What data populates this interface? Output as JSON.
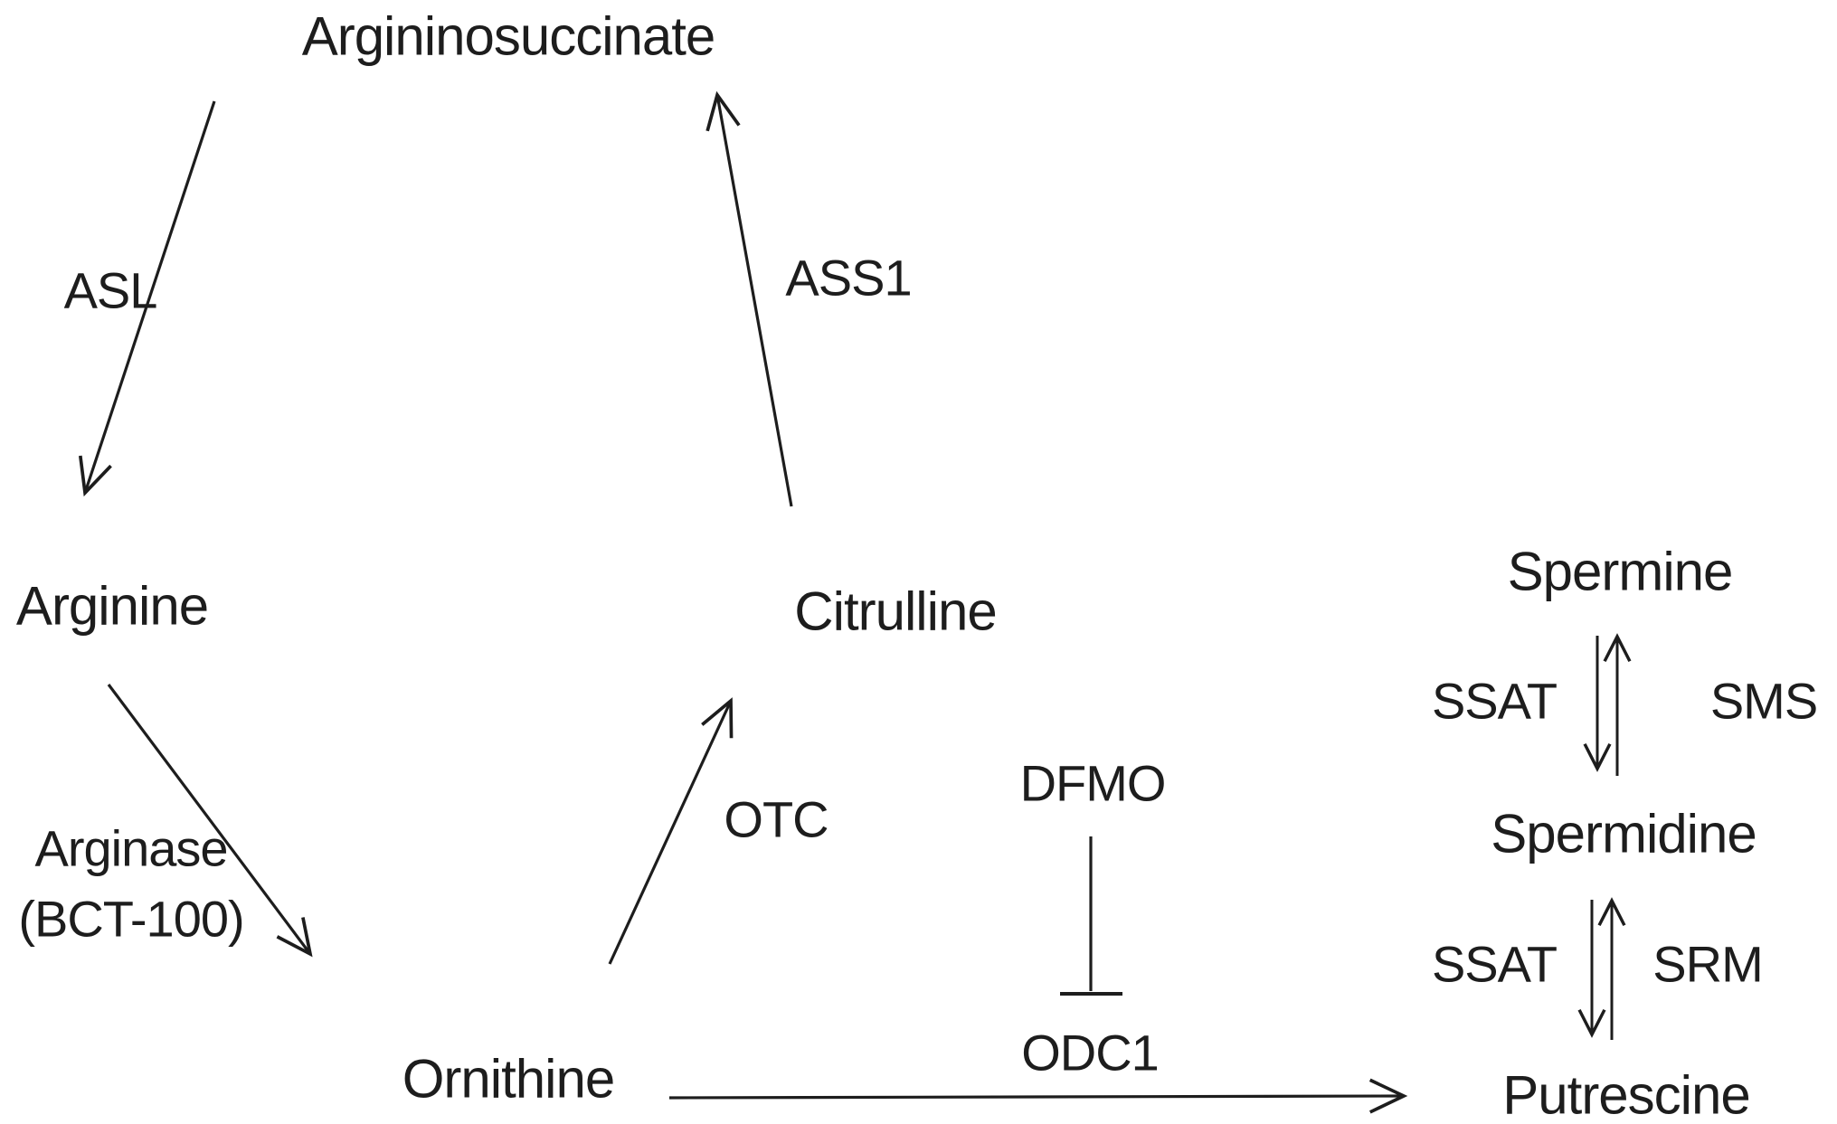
{
  "figure": {
    "kind": "metabolic-pathway-diagram",
    "description_visible_content_only": "Urea cycle and polyamine synthesis pathway",
    "background_color": "#ffffff",
    "ink_color": "#1d1d1d"
  },
  "nodes": {
    "argininosuccinate": "Argininosuccinate",
    "arginine": "Arginine",
    "citrulline": "Citrulline",
    "ornithine": "Ornithine",
    "putrescine": "Putrescine",
    "spermidine": "Spermidine",
    "spermine": "Spermine"
  },
  "enzymes": {
    "asl": "ASL",
    "ass1": "ASS1",
    "arginase_name": "Arginase",
    "arginase_drug": "(BCT-100)",
    "otc": "OTC",
    "dfmo": "DFMO",
    "odc1": "ODC1",
    "ssat_top": "SSAT",
    "sms": "SMS",
    "ssat_bottom": "SSAT",
    "srm": "SRM"
  },
  "edges": [
    {
      "from": "Argininosuccinate",
      "to": "Arginine",
      "label": "ASL",
      "type": "arrow"
    },
    {
      "from": "Arginine",
      "to": "Ornithine",
      "label": "Arginase (BCT-100)",
      "type": "arrow"
    },
    {
      "from": "Ornithine",
      "to": "Citrulline",
      "label": "OTC",
      "type": "arrow"
    },
    {
      "from": "Citrulline",
      "to": "Argininosuccinate",
      "label": "ASS1",
      "type": "arrow"
    },
    {
      "from": "Ornithine",
      "to": "Putrescine",
      "label": "ODC1",
      "type": "arrow"
    },
    {
      "from": "DFMO",
      "to": "ODC1",
      "label": "DFMO",
      "type": "inhibition-bar"
    },
    {
      "from": "Putrescine",
      "to": "Spermidine",
      "label": "SRM",
      "type": "arrow"
    },
    {
      "from": "Spermidine",
      "to": "Putrescine",
      "label": "SSAT",
      "type": "arrow"
    },
    {
      "from": "Spermidine",
      "to": "Spermine",
      "label": "SMS",
      "type": "arrow"
    },
    {
      "from": "Spermine",
      "to": "Spermidine",
      "label": "SSAT",
      "type": "arrow"
    }
  ]
}
